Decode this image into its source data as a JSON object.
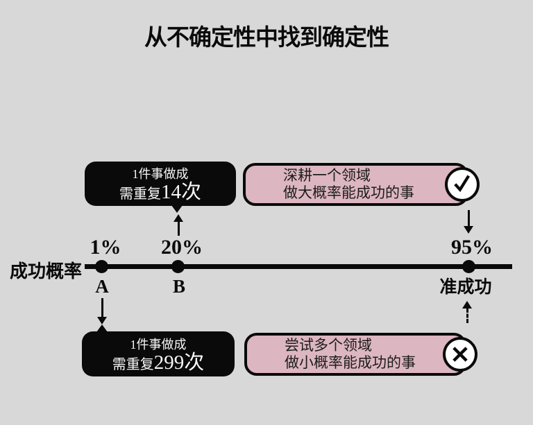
{
  "title": "从不确定性中找到确定性",
  "axis": {
    "label": "成功概率",
    "points": [
      {
        "value": "1%",
        "label": "A"
      },
      {
        "value": "20%",
        "label": "B"
      },
      {
        "value": "95%",
        "label": "准成功"
      }
    ]
  },
  "callouts": {
    "repeat_top": {
      "line1": "1件事做成",
      "line2_prefix": "需重复",
      "line2_value": "14次"
    },
    "repeat_bottom": {
      "line1": "1件事做成",
      "line2_prefix": "需重复",
      "line2_value": "299次"
    },
    "strategy_top": {
      "line1": "深耕一个领域",
      "line2": "做大概率能成功的事",
      "icon": "check-icon"
    },
    "strategy_bottom": {
      "line1": "尝试多个领域",
      "line2": "做小概率能成功的事",
      "icon": "cross-icon"
    }
  },
  "colors": {
    "background": "#d8d8d8",
    "ink": "#0a0a0a",
    "pink": "#dcb6c0",
    "box_text_light": "#f7f7f7",
    "pink_text": "#1c1c1c"
  }
}
